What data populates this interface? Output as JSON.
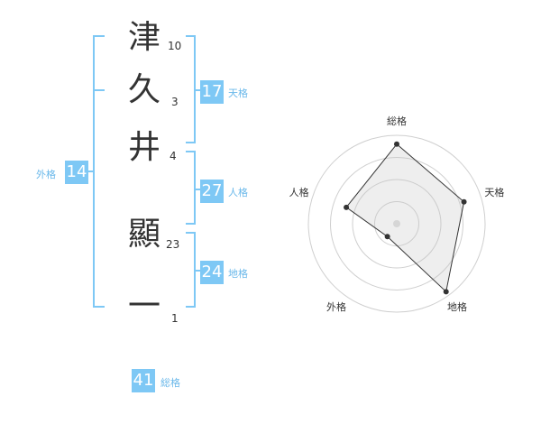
{
  "name": {
    "characters": [
      {
        "char": "津",
        "strokes": "10"
      },
      {
        "char": "久",
        "strokes": "3"
      },
      {
        "char": "井",
        "strokes": "4"
      },
      {
        "char": "顯",
        "strokes": "23"
      },
      {
        "char": "一",
        "strokes": "1"
      }
    ]
  },
  "fortunes": {
    "tenkaku": {
      "label": "天格",
      "value": "17"
    },
    "jinkaku": {
      "label": "人格",
      "value": "27"
    },
    "chikaku": {
      "label": "地格",
      "value": "24"
    },
    "gaikaku": {
      "label": "外格",
      "value": "14"
    },
    "soukaku": {
      "label": "総格",
      "value": "41"
    }
  },
  "colors": {
    "accent": "#7ec8f5",
    "label": "#6ab8ea",
    "bracket": "#7ec8f5"
  },
  "chart_data": {
    "type": "radar",
    "axes": [
      "総格",
      "天格",
      "地格",
      "外格",
      "人格"
    ],
    "values": [
      0.9,
      0.8,
      0.95,
      0.18,
      0.6
    ],
    "range": [
      0,
      1
    ],
    "rings": 4
  }
}
